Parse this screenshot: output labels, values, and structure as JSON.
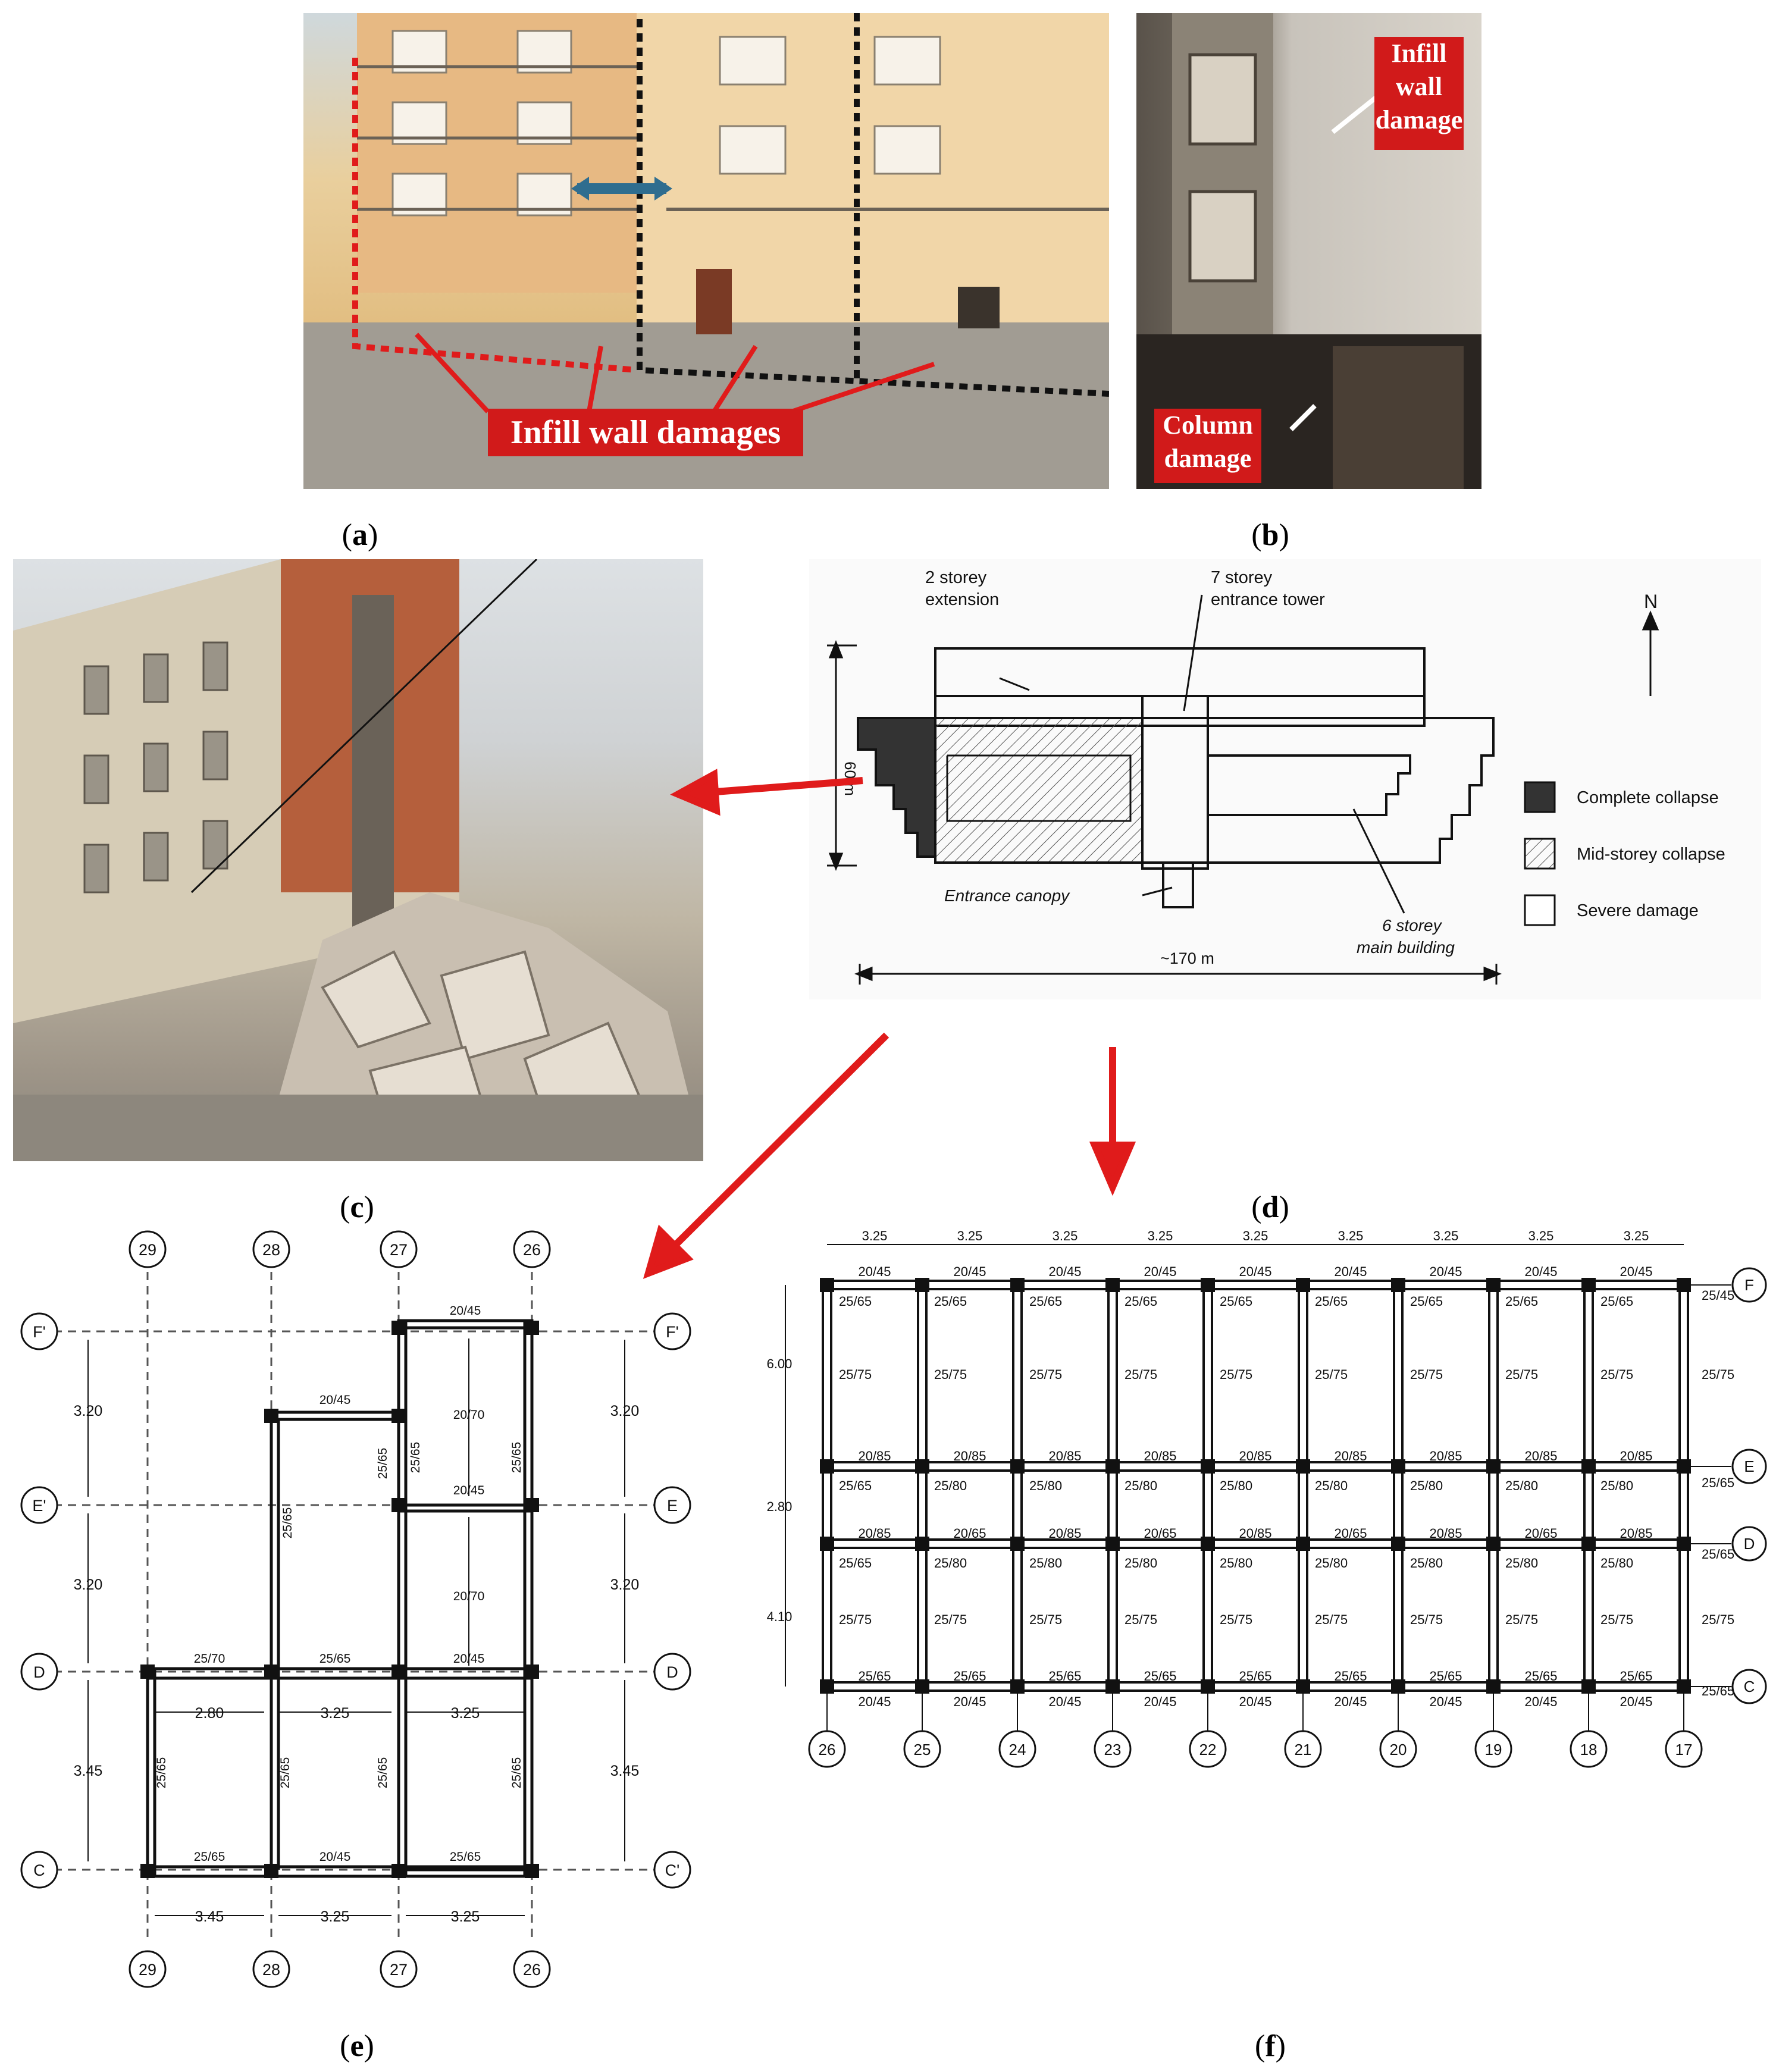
{
  "captions": {
    "a": "a",
    "b": "b",
    "c": "c",
    "d": "d",
    "e": "e",
    "f": "f"
  },
  "panel_a": {
    "label": "Infill wall damages"
  },
  "panel_b": {
    "label_top": "Infill wall damage",
    "label_top_lines": [
      "Infill",
      "wall",
      "damage"
    ],
    "label_bottom_lines": [
      "Column",
      "damage"
    ]
  },
  "panel_d": {
    "extension": [
      "2 storey",
      "extension"
    ],
    "tower": [
      "7 storey",
      "entrance tower"
    ],
    "north": "N",
    "height": "60 m",
    "width": "~170 m",
    "canopy": "Entrance canopy",
    "main": [
      "6 storey",
      "main building"
    ],
    "legend": [
      "Complete collapse",
      "Mid-storey collapse",
      "Severe damage"
    ]
  },
  "panel_e": {
    "axes_top": [
      "29",
      "28",
      "27",
      "26"
    ],
    "axes_bottom": [
      "29",
      "28",
      "27",
      "26"
    ],
    "rows_left": [
      "F'",
      "E'",
      "D",
      "C"
    ],
    "rows_right": [
      "F'",
      "E",
      "D",
      "C'"
    ],
    "dims_left": [
      "3.20",
      "3.20",
      "3.45"
    ],
    "dims_right": [
      "3.20",
      "3.20",
      "3.45"
    ],
    "dims_bottom": [
      "3.45",
      "3.25",
      "3.25"
    ],
    "dims_inner": [
      "2.80",
      "3.25",
      "3.25"
    ],
    "beams": [
      "20/45",
      "20/45",
      "20/70",
      "20/45",
      "20/70",
      "20/45",
      "25/70",
      "25/65",
      "25/65",
      "20/45",
      "25/65"
    ],
    "columns": [
      "25/65",
      "25/65",
      "25/65",
      "25/65",
      "25/65",
      "25/65",
      "25/65",
      "25/65"
    ]
  },
  "panel_f": {
    "dims_top": [
      "3.25",
      "3.25",
      "3.25",
      "3.25",
      "3.25",
      "3.25",
      "3.25",
      "3.25",
      "3.25"
    ],
    "beam_top": "20/45",
    "beam_F": "20/85",
    "beam_E": [
      "20/85",
      "20/65"
    ],
    "beam_D": "20/85",
    "beam_bottom": "20/45",
    "rows_right": [
      "F",
      "E",
      "D",
      "C"
    ],
    "axes_bottom": [
      "26",
      "25",
      "24",
      "23",
      "22",
      "21",
      "20",
      "19",
      "18",
      "17"
    ],
    "dims_left": [
      "6.00",
      "2.80",
      "4.10"
    ],
    "right_labels": [
      "25/45",
      "25/75",
      "25/65",
      "25/65",
      "25/75",
      "25/65"
    ],
    "cells": {
      "r1": "25/65",
      "r2": "25/75",
      "r3a": "25/65",
      "r3b": "25/80",
      "r4a": "25/65",
      "r4b": "25/80",
      "r5": "25/75",
      "r6": "25/65"
    }
  }
}
